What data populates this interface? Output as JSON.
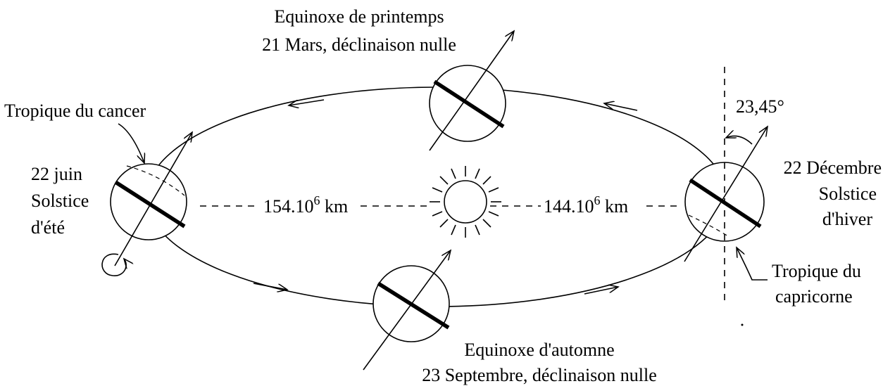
{
  "labels": {
    "spring_equinox_line1": "Equinoxe de printemps",
    "spring_equinox_line2": "21 Mars, déclinaison nulle",
    "autumn_equinox_line1": "Equinoxe d'automne",
    "autumn_equinox_line2": "23 Septembre, déclinaison nulle",
    "cancer": "Tropique du cancer",
    "june_line1": "22 juin",
    "june_line2": "Solstice",
    "june_line3": "d'été",
    "december_line1": "22 Décembre",
    "december_line2": "Solstice",
    "december_line3": "d'hiver",
    "capricorn_line1": "Tropique du",
    "capricorn_line2": "capricorne",
    "angle": "23,45°",
    "distance_far_prefix": "154.10",
    "distance_far_exp": "6",
    "distance_far_unit": " km",
    "distance_near_prefix": "144.10",
    "distance_near_exp": "6",
    "distance_near_unit": " km"
  },
  "colors": {
    "ink": "#000000",
    "background": "#ffffff"
  }
}
